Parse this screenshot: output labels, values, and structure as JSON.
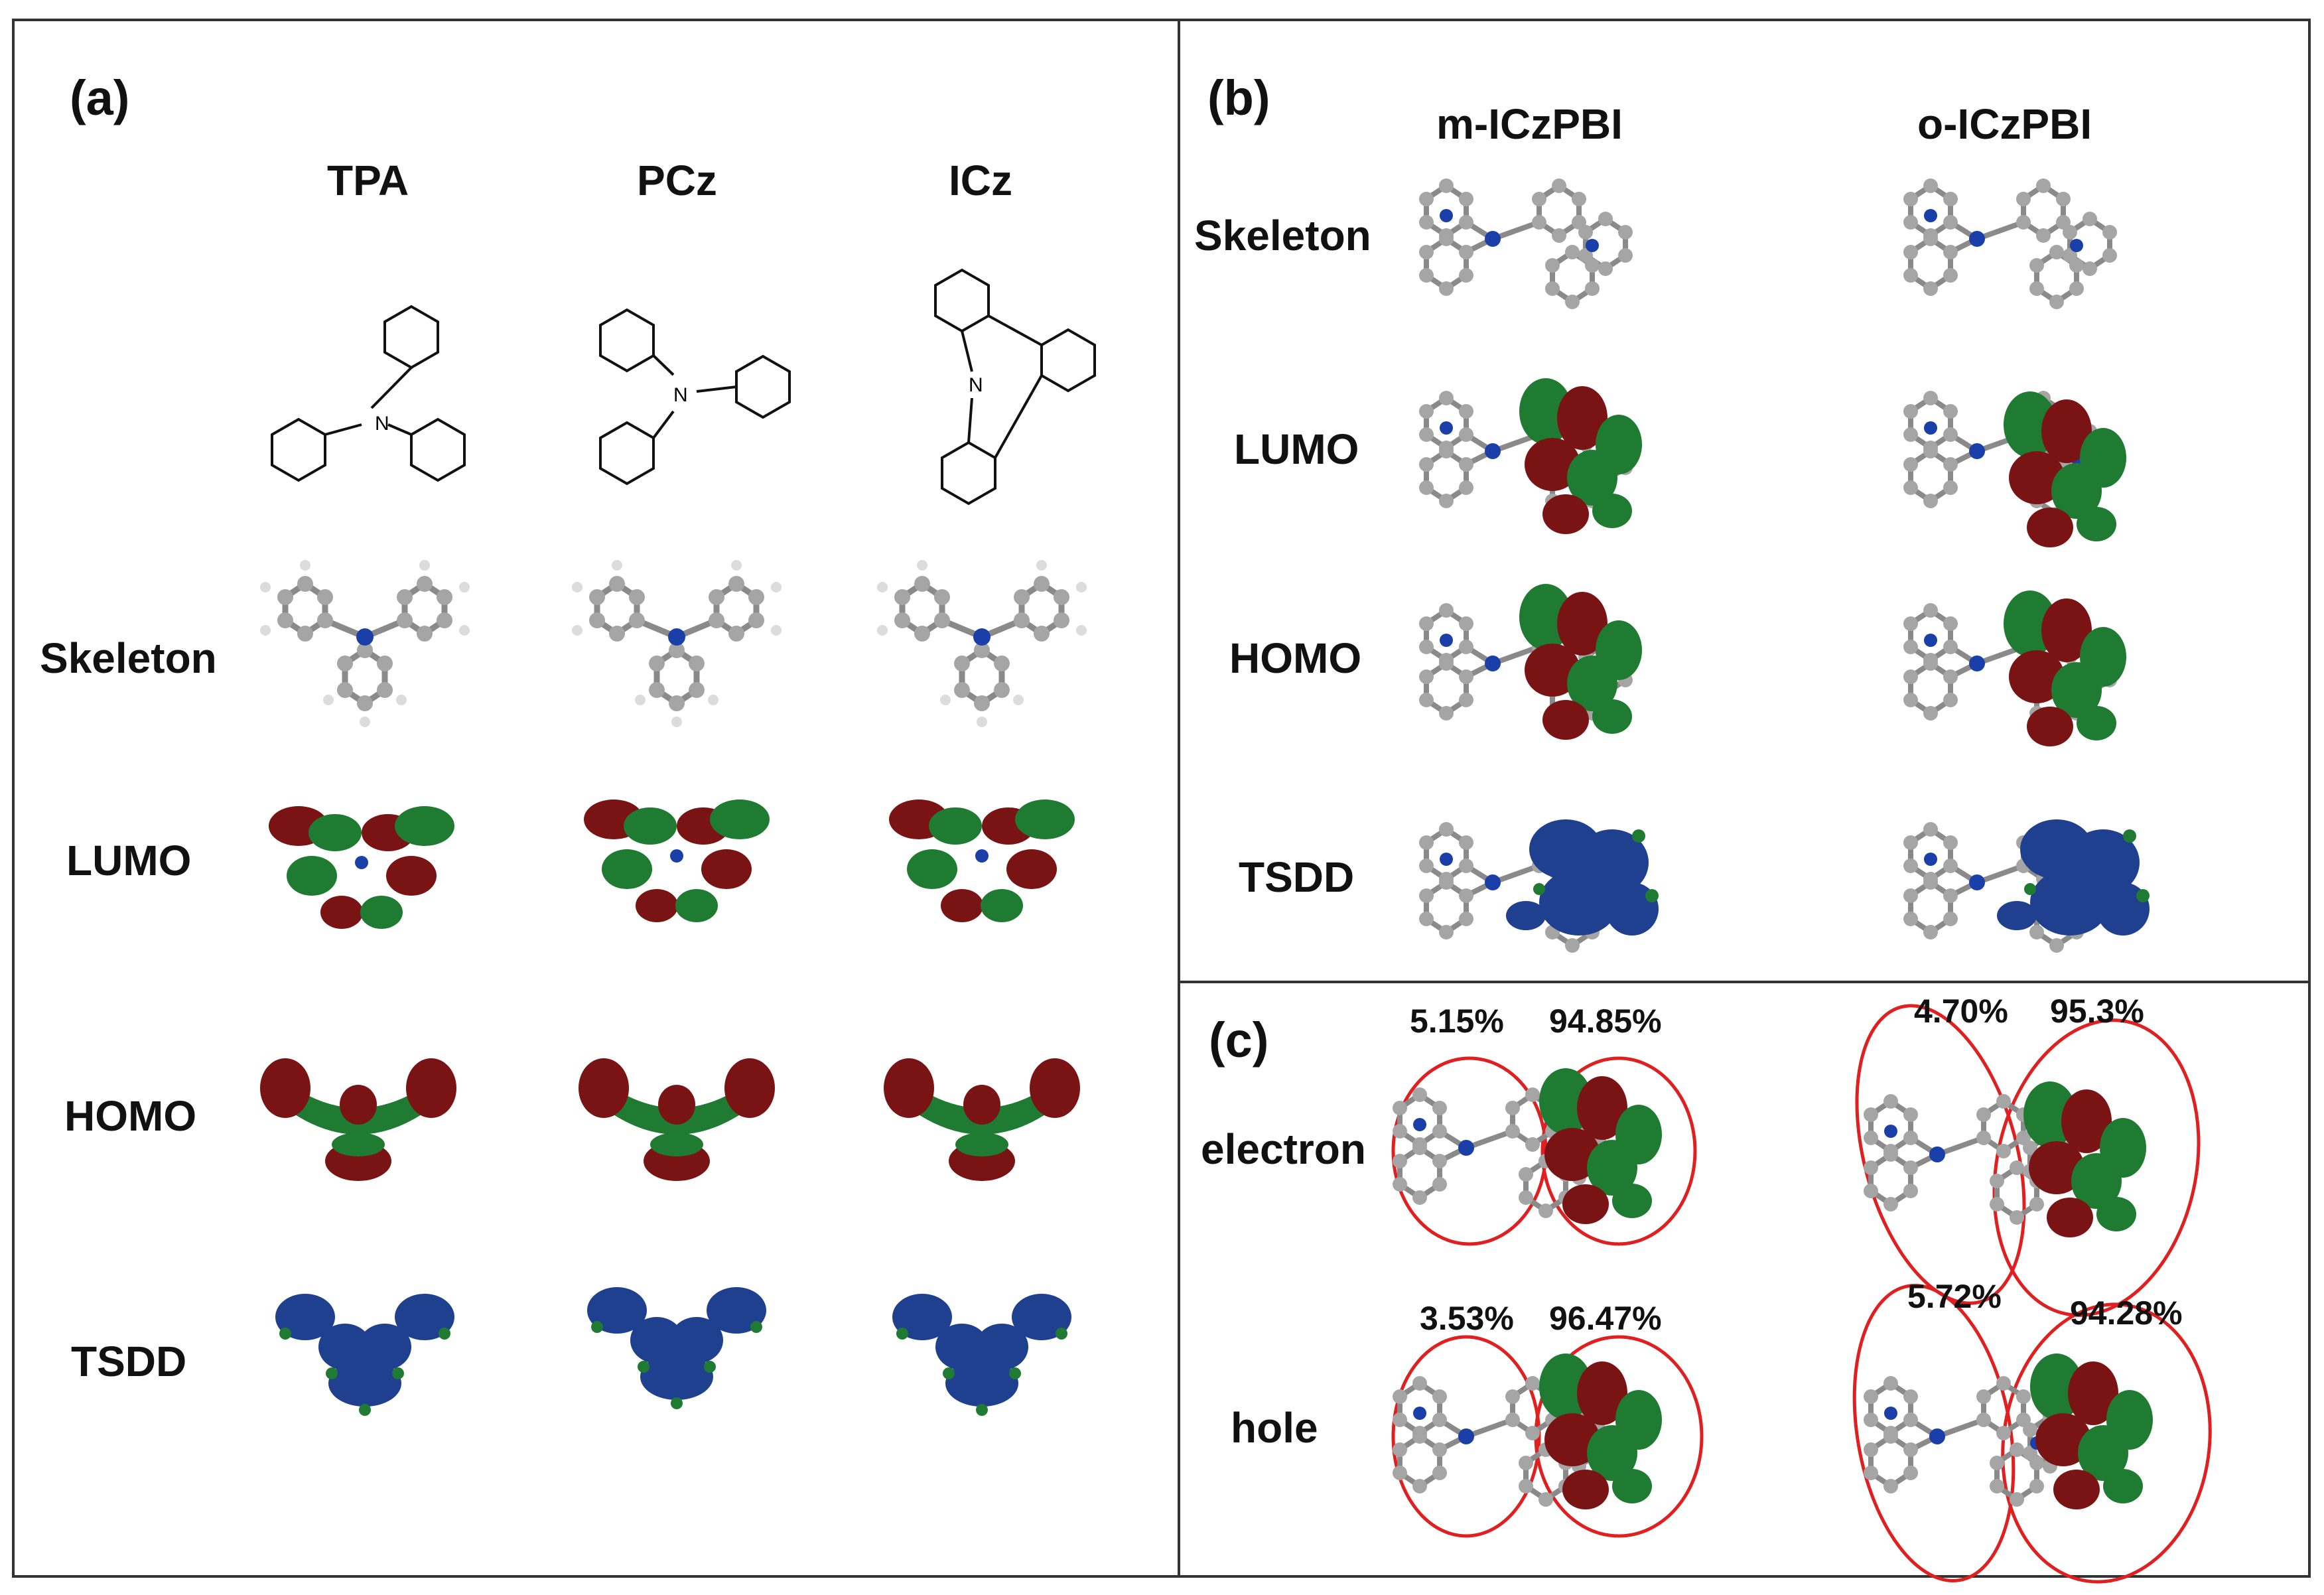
{
  "colors": {
    "frame": "#333333",
    "orbital_red": "#7a1414",
    "orbital_green": "#1f7a32",
    "density_blue": "#1f3f8f",
    "carbon_gray": "#9a9a9a",
    "nitrogen_blue": "#1b3fa8",
    "ellipse_red": "#e02020"
  },
  "panel_a": {
    "label": "(a)",
    "columns": [
      "TPA",
      "PCz",
      "ICz"
    ],
    "rows": [
      "Skeleton",
      "LUMO",
      "HOMO",
      "TSDD"
    ],
    "structure_atom_label": "N"
  },
  "panel_b": {
    "label": "(b)",
    "columns": [
      "m-ICzPBI",
      "o-ICzPBI"
    ],
    "rows": [
      "Skeleton",
      "LUMO",
      "HOMO",
      "TSDD"
    ]
  },
  "panel_c": {
    "label": "(c)",
    "rows": [
      "electron",
      "hole"
    ],
    "percentages": {
      "m_electron": [
        "5.15%",
        "94.85%"
      ],
      "o_electron": [
        "4.70%",
        "95.3%"
      ],
      "m_hole": [
        "3.53%",
        "96.47%"
      ],
      "o_hole": [
        "5.72%",
        "94.28%"
      ]
    }
  }
}
